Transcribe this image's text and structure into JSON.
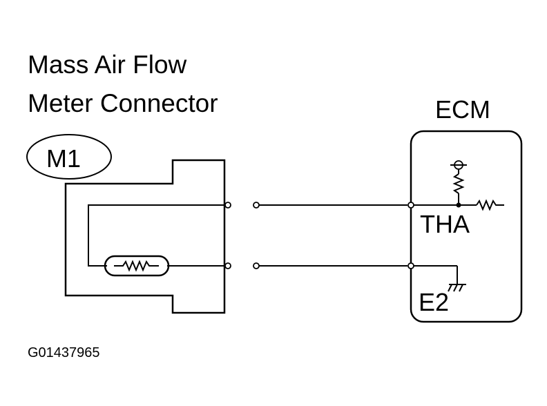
{
  "connector": {
    "title_line1": "Mass Air Flow",
    "title_line2": "Meter Connector",
    "id": "M1"
  },
  "ecm": {
    "label": "ECM",
    "pin_tha": "THA",
    "pin_e2": "E2"
  },
  "figure_code": "G01437965"
}
